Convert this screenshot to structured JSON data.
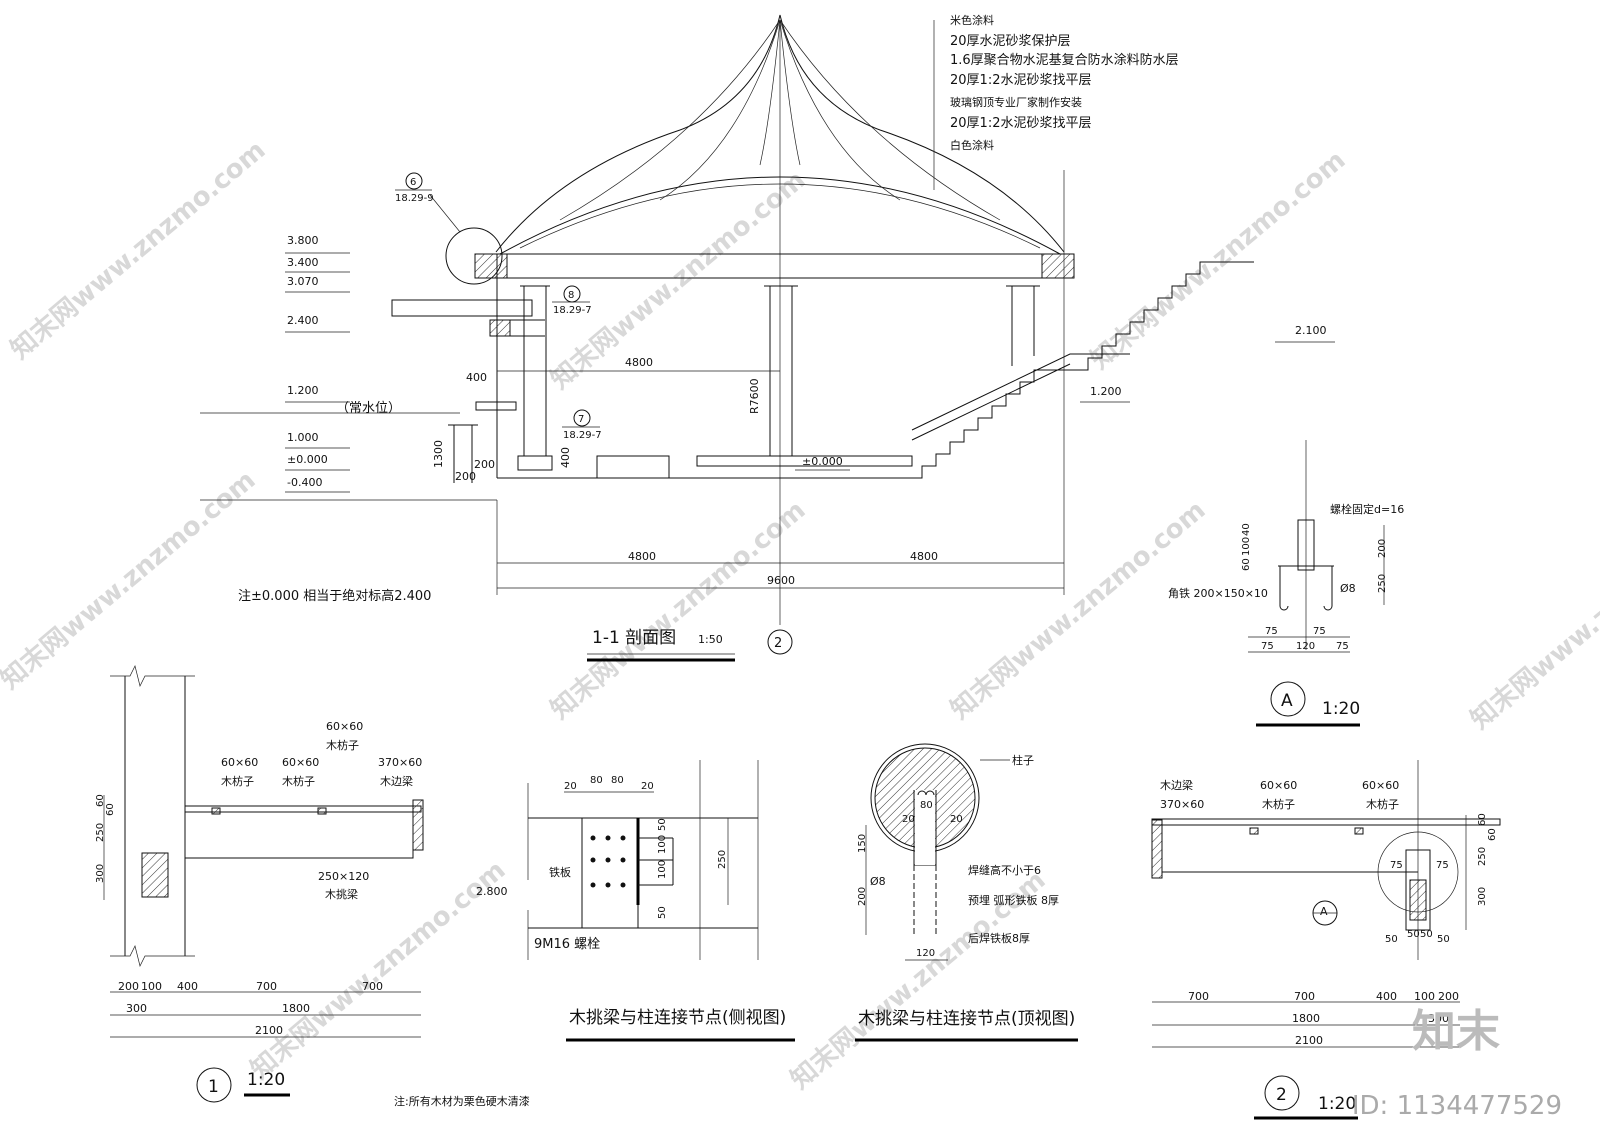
{
  "section": {
    "title": "1-1 剖面图",
    "scale": "1:50",
    "roof_layers": [
      "米色涂料",
      "20厚水泥砂浆保护层",
      "1.6厚聚合物水泥基复合防水涂料防水层",
      "20厚1:2水泥砂浆找平层",
      "玻璃钢顶专业厂家制作安装",
      "20厚1:2水泥砂浆找平层",
      "白色涂料"
    ],
    "elevations": [
      "3.800",
      "3.400",
      "3.070",
      "2.400",
      "1.200",
      "1.000",
      "±0.000",
      "-0.400"
    ],
    "water_level": "（常水位）",
    "dims": {
      "half_left": "4800",
      "half_right": "4800",
      "total": "9600",
      "radius": "R7600",
      "d400": "400",
      "d1300": "1300",
      "d200a": "200",
      "d200b": "200",
      "d400b": "400",
      "top_span": "4800"
    },
    "callouts": [
      {
        "num": "6",
        "ref": "18.29-9"
      },
      {
        "num": "8",
        "ref": "18.29-7"
      },
      {
        "num": "7",
        "ref": "18.29-7"
      }
    ],
    "stair_elev_top": "2.100",
    "stair_elev_mid": "1.200",
    "floor_elev": "±0.000",
    "axis": "2",
    "note": "注±0.000 相当于绝对标高2.400"
  },
  "detailA": {
    "label": "A",
    "scale": "1:20",
    "bolt": "螺栓固定d=16",
    "angle": "角铁 200×150×10",
    "rebar": "Ø8",
    "dims_v": [
      "40",
      "100",
      "60",
      "200",
      "250"
    ],
    "dims_h": [
      "75",
      "75",
      "75",
      "120",
      "75"
    ]
  },
  "detail1": {
    "label": "1",
    "scale": "1:20",
    "purlin1": {
      "size": "60×60",
      "name": "木枋子"
    },
    "purlin2": {
      "size": "60×60",
      "name": "木枋子"
    },
    "purlin3": {
      "size": "60×60",
      "name": "木枋子"
    },
    "edge_beam": {
      "size": "370×60",
      "name": "木边梁"
    },
    "cantilever": {
      "size": "250×120",
      "name": "木挑梁"
    },
    "dims_v": [
      "60",
      "60",
      "250",
      "300"
    ],
    "dims_h1": [
      "200",
      "100",
      "400",
      "700",
      "700"
    ],
    "dims_h2": [
      "300",
      "1800"
    ],
    "total": "2100",
    "note": "注:所有木材为栗色硬木清漆"
  },
  "detailSide": {
    "title": "木挑梁与柱连接节点(侧视图)",
    "plate": "铁板",
    "bolts": "9M16 螺栓",
    "elev": "2.800",
    "dims_top": [
      "20",
      "80",
      "80",
      "20"
    ],
    "dims_v": [
      "50",
      "100",
      "100",
      "50",
      "250"
    ]
  },
  "detailTop": {
    "title": "木挑梁与柱连接节点(顶视图)",
    "column": "柱子",
    "weld": "焊缝高不小于6",
    "embed": "预埋 弧形铁板 8厚",
    "post_weld": "后焊铁板8厚",
    "rebar": "Ø8",
    "dims": [
      "80",
      "20",
      "20",
      "150",
      "200",
      "120"
    ]
  },
  "detail2": {
    "label": "2",
    "scale": "1:20",
    "edge_beam": {
      "name": "木边梁",
      "size": "370×60"
    },
    "purlin1": {
      "size": "60×60",
      "name": "木枋子"
    },
    "purlin2": {
      "size": "60×60",
      "name": "木枋子"
    },
    "callout": "A",
    "dims_v": [
      "60",
      "60",
      "250",
      "300"
    ],
    "dims_small": [
      "75",
      "75",
      "50",
      "50",
      "50",
      "50"
    ],
    "dims_h1": [
      "700",
      "700",
      "400",
      "100",
      "200"
    ],
    "dims_h2": [
      "1800",
      "300"
    ],
    "total": "2100"
  },
  "watermark": "知末网www.znzmo.com",
  "brand": "知末",
  "id": "ID: 1134477529"
}
